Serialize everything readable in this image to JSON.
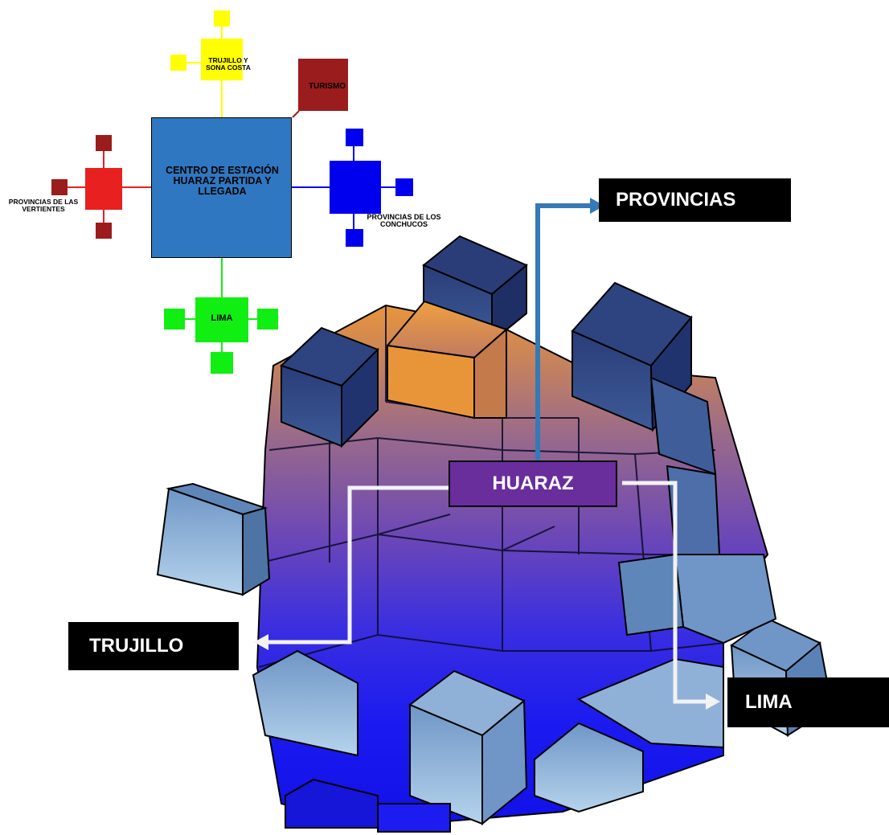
{
  "map": {
    "center": {
      "label": "CENTRO DE ESTACIÓN HUARAZ PARTIDA Y LLEGADA",
      "color": "#2f77c0"
    },
    "north": {
      "label": "TRUJILLO Y SONA COSTA",
      "color": "#ffff00"
    },
    "turismo": {
      "label": "TURISMO",
      "color": "#9b1c1c"
    },
    "east": {
      "label": "PROVINCIAS DE LOS CONCHUCOS",
      "color": "#0000ee"
    },
    "west": {
      "label": "PROVINCIAS DE LAS VERTIENTES",
      "color": "#e82020",
      "small_color": "#9b1c1c"
    },
    "south": {
      "label": "LIMA",
      "color": "#11ee11"
    }
  },
  "cube_diagram": {
    "hub": {
      "label": "HUARAZ",
      "color": "#6a2d9c"
    },
    "destinations": {
      "provincias": "PROVINCIAS",
      "trujillo": "TRUJILLO",
      "lima": "LIMA"
    },
    "arrow_colors": {
      "provincias": "#3579b6",
      "trujillo": "#f2f2f2",
      "lima": "#f2f2f2"
    }
  }
}
